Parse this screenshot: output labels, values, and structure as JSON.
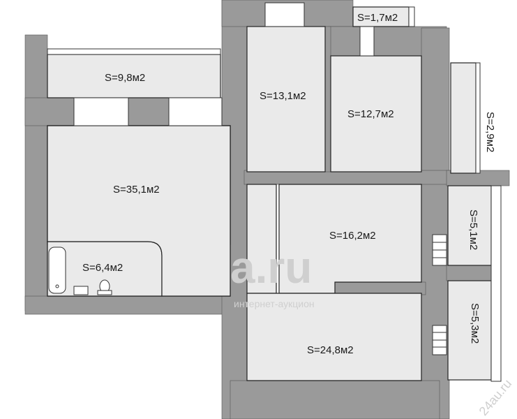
{
  "rooms": [
    {
      "id": "balcony-top",
      "label": "S=9,8м2"
    },
    {
      "id": "room-13",
      "label": "S=13,1м2"
    },
    {
      "id": "room-12",
      "label": "S=12,7м2"
    },
    {
      "id": "niche-top",
      "label": "S=1,7м2"
    },
    {
      "id": "balcony-right",
      "label": "S=2,9м2"
    },
    {
      "id": "living",
      "label": "S=35,1м2"
    },
    {
      "id": "bathroom",
      "label": "S=6,4м2"
    },
    {
      "id": "room-16",
      "label": "S=16,2м2"
    },
    {
      "id": "loggia-1",
      "label": "S=5,1м2"
    },
    {
      "id": "room-24",
      "label": "S=24,8м2"
    },
    {
      "id": "loggia-2",
      "label": "S=5,3м2"
    }
  ],
  "watermark": {
    "main": "a.ru",
    "sub": "интернет-аукцион",
    "corner": "24au.ru"
  },
  "colors": {
    "wall": "#9a9a9a",
    "floor": "#e9e9e9",
    "line": "#333333"
  }
}
